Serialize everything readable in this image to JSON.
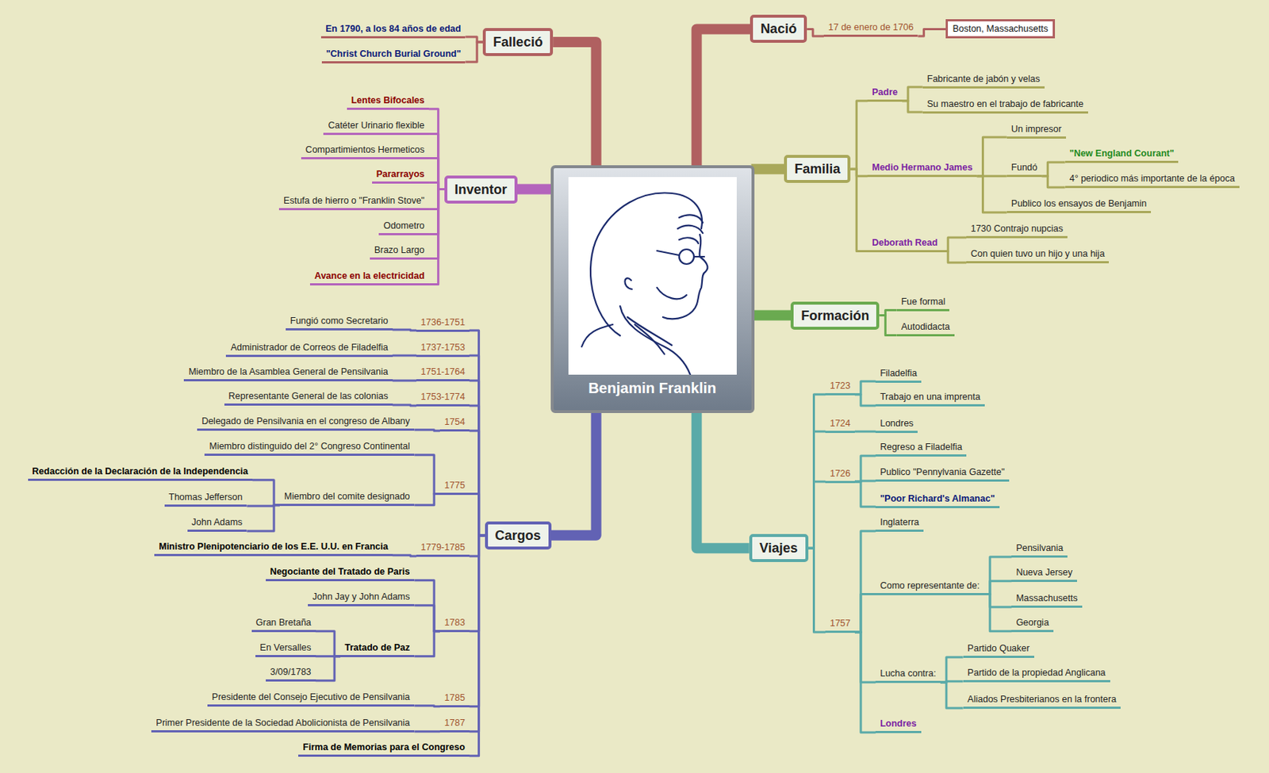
{
  "diagram": {
    "nodes": [
      {
        "text": [
          "Benjamin Franklin"
        ]
      },
      {
        "text": [
          "Nació"
        ]
      },
      {
        "text": [
          "17 de enero de 1706"
        ]
      },
      {
        "text": [
          "Boston, Massachusetts"
        ]
      },
      {
        "text": [
          "Familia"
        ]
      },
      {
        "text": [
          "Padre"
        ]
      },
      {
        "text": [
          "Fabricante de jabón y velas"
        ]
      },
      {
        "text": [
          "Su maestro en el trabajo de fabricante"
        ]
      },
      {
        "text": [
          "Medio Hermano James"
        ]
      },
      {
        "text": [
          "Un impresor"
        ]
      },
      {
        "text": [
          "Fundó"
        ]
      },
      {
        "text": [
          "\"New England Courant\""
        ]
      },
      {
        "text": [
          "4° periodico más importante de la época"
        ]
      },
      {
        "text": [
          "Publico los ensayos de Benjamin"
        ]
      },
      {
        "text": [
          "Deborath Read"
        ]
      },
      {
        "text": [
          "1730 Contrajo nupcias"
        ]
      },
      {
        "text": [
          "Con quien tuvo un hijo y una hija"
        ]
      },
      {
        "text": [
          "Formación"
        ]
      },
      {
        "text": [
          "Fue formal"
        ]
      },
      {
        "text": [
          "Autodidacta"
        ]
      },
      {
        "text": [
          "Viajes"
        ]
      },
      {
        "text": [
          "1723"
        ]
      },
      {
        "text": [
          "Filadelfia"
        ]
      },
      {
        "text": [
          "Trabajo en una imprenta"
        ]
      },
      {
        "text": [
          "1724"
        ]
      },
      {
        "text": [
          "Londres"
        ]
      },
      {
        "text": [
          "1726"
        ]
      },
      {
        "text": [
          "Regreso a Filadelfia"
        ]
      },
      {
        "text": [
          "Publico \"Pennylvania Gazette\""
        ]
      },
      {
        "text": [
          "\"Poor Richard's Almanac\""
        ]
      },
      {
        "text": [
          "1757"
        ]
      },
      {
        "text": [
          "Inglaterra"
        ]
      },
      {
        "text": [
          "Como representante de:"
        ]
      },
      {
        "text": [
          "Pensilvania"
        ]
      },
      {
        "text": [
          "Nueva Jersey"
        ]
      },
      {
        "text": [
          "Massachusetts"
        ]
      },
      {
        "text": [
          "Georgia"
        ]
      },
      {
        "text": [
          "Lucha contra:"
        ]
      },
      {
        "text": [
          "Partido Quaker"
        ]
      },
      {
        "text": [
          "Partido de la propiedad Anglicana"
        ]
      },
      {
        "text": [
          "Aliados Presbiterianos en la frontera"
        ]
      },
      {
        "text": [
          "Londres"
        ]
      },
      {
        "text": [
          "Cargos"
        ]
      },
      {
        "text": [
          "1736-1751"
        ]
      },
      {
        "text": [
          "Fungió como Secretario"
        ]
      },
      {
        "text": [
          "1737-1753"
        ]
      },
      {
        "text": [
          "Administrador de Correos de Filadelfia"
        ]
      },
      {
        "text": [
          "1751-1764"
        ]
      },
      {
        "text": [
          "Miembro de la Asamblea General de Pensilvania"
        ]
      },
      {
        "text": [
          "1753-1774"
        ]
      },
      {
        "text": [
          "Representante General de las colonias"
        ]
      },
      {
        "text": [
          "1754"
        ]
      },
      {
        "text": [
          "Delegado de Pensilvania en el congreso de Albany"
        ]
      },
      {
        "text": [
          "1775"
        ]
      },
      {
        "text": [
          "Miembro distinguido del 2° Congreso Continental"
        ]
      },
      {
        "text": [
          "Miembro del comite designado"
        ]
      },
      {
        "text": [
          "Redacción de la Declaración de la Independencia"
        ]
      },
      {
        "text": [
          "Thomas Jefferson"
        ]
      },
      {
        "text": [
          "John Adams"
        ]
      },
      {
        "text": [
          "1779-1785"
        ]
      },
      {
        "text": [
          "Ministro Plenipotenciario de los E.E. U.U. en Francia"
        ]
      },
      {
        "text": [
          "1783"
        ]
      },
      {
        "text": [
          "Negociante del Tratado de Paris"
        ]
      },
      {
        "text": [
          "John Jay y John Adams"
        ]
      },
      {
        "text": [
          "Tratado de Paz"
        ]
      },
      {
        "text": [
          "Gran Bretaña"
        ]
      },
      {
        "text": [
          "En Versalles"
        ]
      },
      {
        "text": [
          "3/09/1783"
        ]
      },
      {
        "text": [
          "1785"
        ]
      },
      {
        "text": [
          "Presidente del Consejo Ejecutivo de Pensilvania"
        ]
      },
      {
        "text": [
          "1787"
        ]
      },
      {
        "text": [
          "Primer Presidente de la Sociedad Abolicionista de Pensilvania"
        ]
      },
      {
        "text": [
          "Firma de Memorias para el Congreso"
        ]
      },
      {
        "text": [
          "Inventor"
        ]
      },
      {
        "text": [
          "Lentes Bifocales"
        ]
      },
      {
        "text": [
          "Catéter Urinario flexible"
        ]
      },
      {
        "text": [
          "Compartimientos Hermeticos"
        ]
      },
      {
        "text": [
          "Pararrayos"
        ]
      },
      {
        "text": [
          "Estufa de hierro o \"Franklin Stove\""
        ]
      },
      {
        "text": [
          "Odometro"
        ]
      },
      {
        "text": [
          "Brazo Largo"
        ]
      },
      {
        "text": [
          "Avance en la electricidad"
        ]
      },
      {
        "text": [
          "Falleció"
        ]
      },
      {
        "text": [
          "En 1790, a los 84 años de edad"
        ]
      },
      {
        "text": [
          "\"Christ Church Burial Ground\""
        ]
      }
    ],
    "edges": [
      {
        "from": 0,
        "to": 1,
        "arrow": "none"
      },
      {
        "from": 1,
        "to": 2,
        "arrow": "none"
      },
      {
        "from": 2,
        "to": 3,
        "arrow": "none"
      },
      {
        "from": 0,
        "to": 4,
        "arrow": "none"
      },
      {
        "from": 4,
        "to": 5,
        "arrow": "none"
      },
      {
        "from": 5,
        "to": 6,
        "arrow": "none"
      },
      {
        "from": 5,
        "to": 7,
        "arrow": "none"
      },
      {
        "from": 4,
        "to": 8,
        "arrow": "none"
      },
      {
        "from": 8,
        "to": 9,
        "arrow": "none"
      },
      {
        "from": 8,
        "to": 10,
        "arrow": "none"
      },
      {
        "from": 10,
        "to": 11,
        "arrow": "none"
      },
      {
        "from": 10,
        "to": 12,
        "arrow": "none"
      },
      {
        "from": 8,
        "to": 13,
        "arrow": "none"
      },
      {
        "from": 4,
        "to": 14,
        "arrow": "none"
      },
      {
        "from": 14,
        "to": 15,
        "arrow": "none"
      },
      {
        "from": 14,
        "to": 16,
        "arrow": "none"
      },
      {
        "from": 0,
        "to": 17,
        "arrow": "none"
      },
      {
        "from": 17,
        "to": 18,
        "arrow": "none"
      },
      {
        "from": 17,
        "to": 19,
        "arrow": "none"
      },
      {
        "from": 0,
        "to": 20,
        "arrow": "none"
      },
      {
        "from": 20,
        "to": 21,
        "arrow": "none"
      },
      {
        "from": 21,
        "to": 22,
        "arrow": "none"
      },
      {
        "from": 21,
        "to": 23,
        "arrow": "none"
      },
      {
        "from": 20,
        "to": 24,
        "arrow": "none"
      },
      {
        "from": 24,
        "to": 25,
        "arrow": "none"
      },
      {
        "from": 20,
        "to": 26,
        "arrow": "none"
      },
      {
        "from": 26,
        "to": 27,
        "arrow": "none"
      },
      {
        "from": 26,
        "to": 28,
        "arrow": "none"
      },
      {
        "from": 26,
        "to": 29,
        "arrow": "none"
      },
      {
        "from": 20,
        "to": 30,
        "arrow": "none"
      },
      {
        "from": 30,
        "to": 31,
        "arrow": "none"
      },
      {
        "from": 30,
        "to": 32,
        "arrow": "none"
      },
      {
        "from": 32,
        "to": 33,
        "arrow": "none"
      },
      {
        "from": 32,
        "to": 34,
        "arrow": "none"
      },
      {
        "from": 32,
        "to": 35,
        "arrow": "none"
      },
      {
        "from": 32,
        "to": 36,
        "arrow": "none"
      },
      {
        "from": 30,
        "to": 37,
        "arrow": "none"
      },
      {
        "from": 37,
        "to": 38,
        "arrow": "none"
      },
      {
        "from": 37,
        "to": 39,
        "arrow": "none"
      },
      {
        "from": 37,
        "to": 40,
        "arrow": "none"
      },
      {
        "from": 30,
        "to": 41,
        "arrow": "none"
      },
      {
        "from": 0,
        "to": 42,
        "arrow": "none"
      },
      {
        "from": 42,
        "to": 43,
        "arrow": "none"
      },
      {
        "from": 43,
        "to": 44,
        "arrow": "none"
      },
      {
        "from": 42,
        "to": 45,
        "arrow": "none"
      },
      {
        "from": 45,
        "to": 46,
        "arrow": "none"
      },
      {
        "from": 42,
        "to": 47,
        "arrow": "none"
      },
      {
        "from": 47,
        "to": 48,
        "arrow": "none"
      },
      {
        "from": 42,
        "to": 49,
        "arrow": "none"
      },
      {
        "from": 49,
        "to": 50,
        "arrow": "none"
      },
      {
        "from": 42,
        "to": 51,
        "arrow": "none"
      },
      {
        "from": 51,
        "to": 52,
        "arrow": "none"
      },
      {
        "from": 42,
        "to": 53,
        "arrow": "none"
      },
      {
        "from": 53,
        "to": 54,
        "arrow": "none"
      },
      {
        "from": 53,
        "to": 55,
        "arrow": "none"
      },
      {
        "from": 55,
        "to": 56,
        "arrow": "none"
      },
      {
        "from": 55,
        "to": 57,
        "arrow": "none"
      },
      {
        "from": 55,
        "to": 58,
        "arrow": "none"
      },
      {
        "from": 42,
        "to": 59,
        "arrow": "none"
      },
      {
        "from": 59,
        "to": 60,
        "arrow": "none"
      },
      {
        "from": 42,
        "to": 61,
        "arrow": "none"
      },
      {
        "from": 61,
        "to": 62,
        "arrow": "none"
      },
      {
        "from": 61,
        "to": 63,
        "arrow": "none"
      },
      {
        "from": 61,
        "to": 64,
        "arrow": "none"
      },
      {
        "from": 64,
        "to": 65,
        "arrow": "none"
      },
      {
        "from": 64,
        "to": 66,
        "arrow": "none"
      },
      {
        "from": 64,
        "to": 67,
        "arrow": "none"
      },
      {
        "from": 42,
        "to": 68,
        "arrow": "none"
      },
      {
        "from": 68,
        "to": 69,
        "arrow": "none"
      },
      {
        "from": 42,
        "to": 70,
        "arrow": "none"
      },
      {
        "from": 70,
        "to": 71,
        "arrow": "none"
      },
      {
        "from": 42,
        "to": 72,
        "arrow": "none"
      },
      {
        "from": 0,
        "to": 73,
        "arrow": "none"
      },
      {
        "from": 73,
        "to": 74,
        "arrow": "none"
      },
      {
        "from": 73,
        "to": 75,
        "arrow": "none"
      },
      {
        "from": 73,
        "to": 76,
        "arrow": "none"
      },
      {
        "from": 73,
        "to": 77,
        "arrow": "none"
      },
      {
        "from": 73,
        "to": 78,
        "arrow": "none"
      },
      {
        "from": 73,
        "to": 79,
        "arrow": "none"
      },
      {
        "from": 73,
        "to": 80,
        "arrow": "none"
      },
      {
        "from": 73,
        "to": 81,
        "arrow": "none"
      },
      {
        "from": 0,
        "to": 82,
        "arrow": "none"
      },
      {
        "from": 82,
        "to": 83,
        "arrow": "none"
      },
      {
        "from": 82,
        "to": 84,
        "arrow": "none"
      }
    ]
  }
}
